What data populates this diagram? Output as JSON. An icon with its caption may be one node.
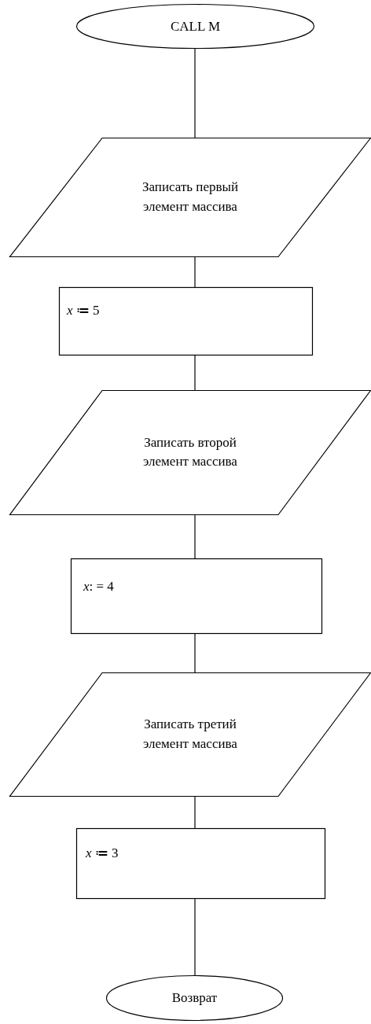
{
  "diagram": {
    "nodes": [
      {
        "text": [
          "CALL M"
        ]
      },
      {
        "text": [
          "Записать первый элемент массива"
        ]
      },
      {
        "text": [
          "*x* ≔ 5"
        ]
      },
      {
        "text": [
          "Записать второй элемент массива"
        ]
      },
      {
        "text": [
          "*x*: = 4"
        ]
      },
      {
        "text": [
          "Записать третий элемент массива"
        ]
      },
      {
        "text": [
          "*x* ≔ 3"
        ]
      },
      {
        "text": [
          "Возврат"
        ]
      }
    ],
    "edges": [
      {
        "from": 0,
        "to": 1,
        "arrow": "none"
      },
      {
        "from": 1,
        "to": 2,
        "arrow": "none"
      },
      {
        "from": 2,
        "to": 3,
        "arrow": "none"
      },
      {
        "from": 3,
        "to": 4,
        "arrow": "none"
      },
      {
        "from": 4,
        "to": 5,
        "arrow": "none"
      },
      {
        "from": 5,
        "to": 6,
        "arrow": "none"
      },
      {
        "from": 6,
        "to": 7,
        "arrow": "none"
      }
    ]
  }
}
